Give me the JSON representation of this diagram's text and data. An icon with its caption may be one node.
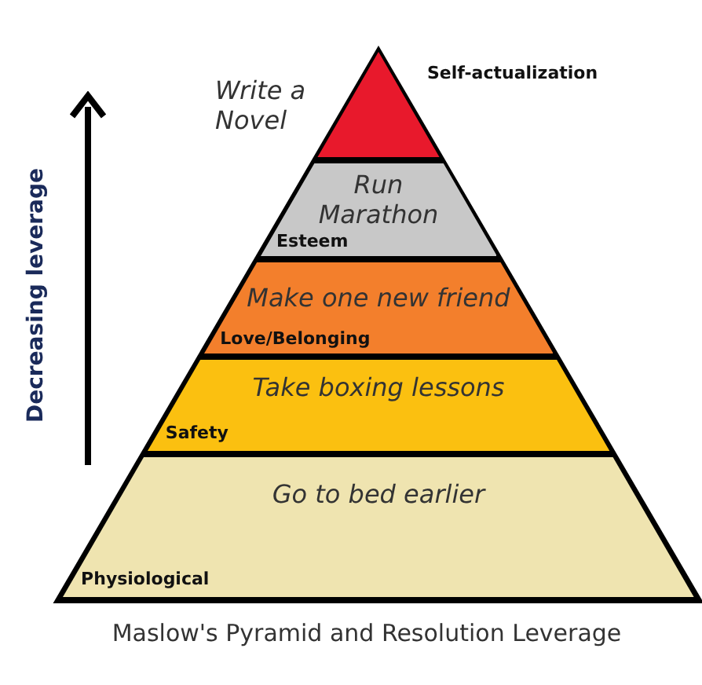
{
  "diagram": {
    "caption": "Maslow's Pyramid and Resolution Leverage",
    "nodes": [
      {
        "text": [
          "Write a Novel",
          "Self-actualization"
        ]
      },
      {
        "text": [
          "Run Marathon",
          "Esteem"
        ]
      },
      {
        "text": [
          "Make one new friend",
          "Love/Belonging"
        ]
      },
      {
        "text": [
          "Take boxing lessons",
          "Safety"
        ]
      },
      {
        "text": [
          "Go to bed earlier",
          "Physiological"
        ]
      }
    ],
    "edges": [],
    "labels": [
      "Decreasing leverage"
    ]
  }
}
